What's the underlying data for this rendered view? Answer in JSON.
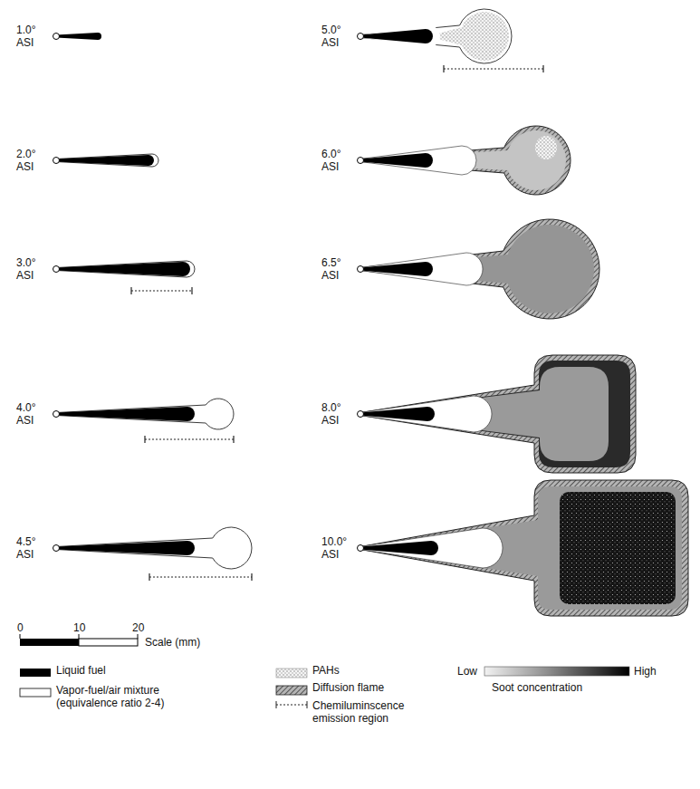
{
  "diagram": {
    "labels": [
      "1.0° ASI",
      "2.0° ASI",
      "3.0° ASI",
      "4.0° ASI",
      "4.5° ASI",
      "5.0° ASI",
      "6.0° ASI",
      "6.5° ASI",
      "8.0° ASI",
      "10.0° ASI",
      "0",
      "10",
      "20",
      "Scale (mm)",
      "Low",
      "High",
      "Soot concentration"
    ],
    "legend": [
      {
        "text": "Liquid fuel",
        "color": "#000000"
      },
      {
        "text": "Vapor-fuel/air mixture (equivalence ratio 2-4)"
      },
      {
        "text": "PAHs"
      },
      {
        "text": "Diffusion flame"
      },
      {
        "text": "Chemiluminscence emission region"
      }
    ]
  }
}
